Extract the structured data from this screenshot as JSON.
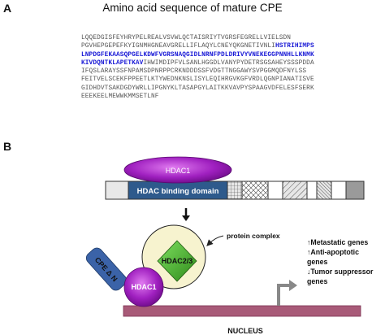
{
  "panel_a": {
    "letter": "A",
    "title": "Amino acid sequence of mature CPE",
    "lines": [
      [
        {
          "t": "LQQEDGISFEYHRYPELREALVSVWLQCTAISRIYTVGRSFEGRELLVIELSDN",
          "h": false
        }
      ],
      [
        {
          "t": "PGVHEPGEPEFKYIGNMHGNEAVGRELLIFLAQYLCNEYQKGNETIVNLI",
          "h": false
        },
        {
          "t": "HSTRIHIMPS",
          "h": true
        }
      ],
      [
        {
          "t": "LNPDGFEKAASQPGELKDWFVGRSNAQGIDLNRNFPDLDRIVYVNEKEGGPNNHLLKNMK",
          "h": true
        }
      ],
      [
        {
          "t": "KIVDQNTKLAPETKAV",
          "h": true
        },
        {
          "t": "IHWIMDIPFVLSANLHGGDLVANYPYDETRSGSAHEYSSSPDDA",
          "h": false
        }
      ],
      [
        {
          "t": "IFQSLARAYSSFNPAMSDPNRPPCRKNDDDSSFVDGTTNGGAWYSVPGGMQDFNYLSS",
          "h": false
        }
      ],
      [
        {
          "t": "FEITVELSCEKFPPEETLKTYWEDNKNSLISYLEQIHRGVKGFVRDLQGNPIANATISVE",
          "h": false
        }
      ],
      [
        {
          "t": "GIDHDVTSAKDGDYWRLLIPGNYKLTASAPGYLAITKKVAVPYSPAAGVDFELESFSERK",
          "h": false
        }
      ],
      [
        {
          "t": "EEEKEELMEWWKMMSETLNF",
          "h": false
        }
      ]
    ]
  },
  "panel_b": {
    "letter": "B",
    "hdac1_top_label": "HDAC1",
    "domain_label": "HDAC binding domain",
    "protein_complex_label": "protein complex",
    "hdac23_label": "HDAC2/3",
    "hdac1_label": "HDAC1",
    "cpe_label": "CPE Δ N",
    "effects": [
      {
        "arrow": "↑",
        "text": "Metastatic genes"
      },
      {
        "arrow": "↑",
        "text": "Anti-apoptotic"
      },
      {
        "arrow": "",
        "text": "genes"
      },
      {
        "arrow": "↓",
        "text": "Tumor suppressor"
      },
      {
        "arrow": "",
        "text": "genes"
      }
    ],
    "nucleus_label": "NUCLEUS",
    "colors": {
      "hdac1": "#a020c0",
      "domain_box": "#2e5a8c",
      "hdac23": "#4caf2a",
      "complex": "#f7f3cf",
      "cpe": "#3b63a8",
      "nucleus_bar": "#a85a78",
      "highlight_seq": "#1a1ad6"
    }
  }
}
